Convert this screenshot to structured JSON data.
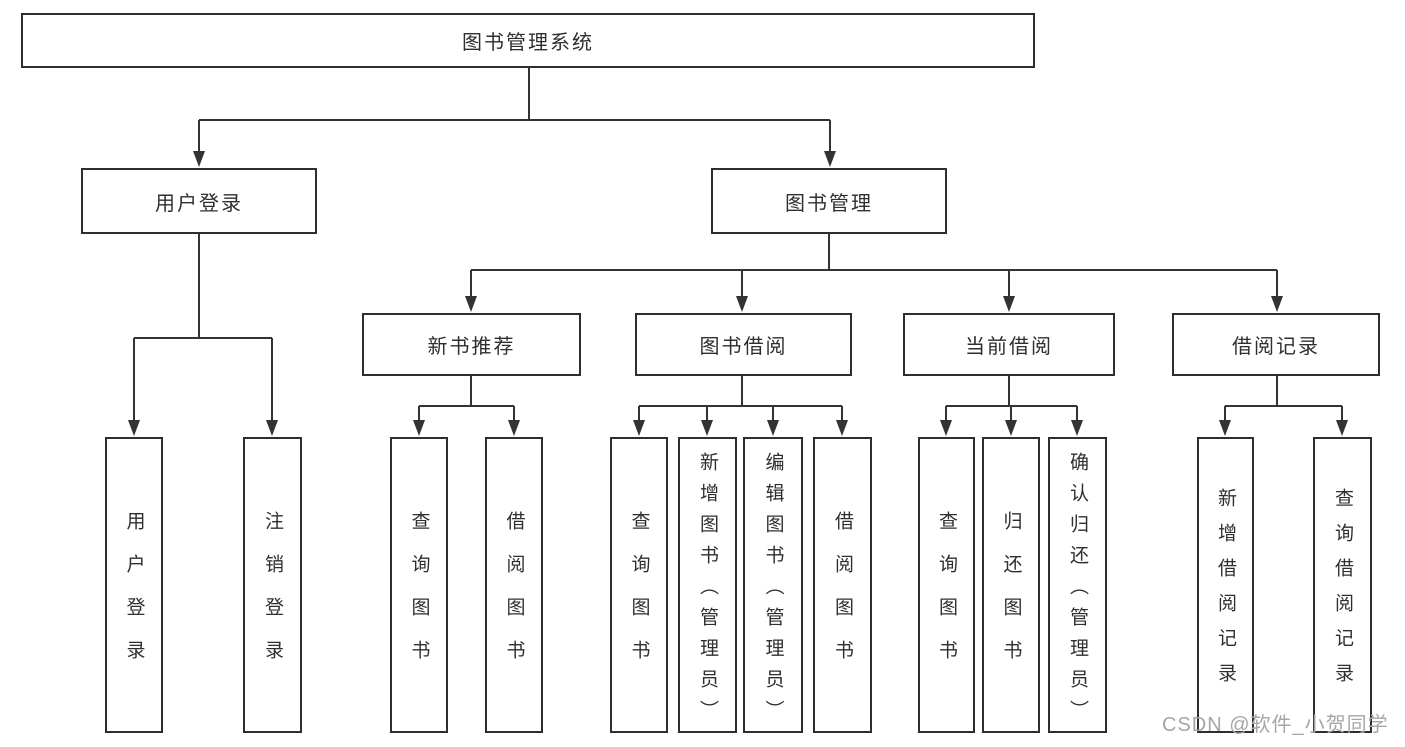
{
  "diagram": {
    "root": "图书管理系统",
    "tree": [
      {
        "label": "用户登录",
        "children": [
          "用户登录",
          "注销登录"
        ]
      },
      {
        "label": "图书管理",
        "children": [
          {
            "label": "新书推荐",
            "children": [
              "查询图书",
              "借阅图书"
            ]
          },
          {
            "label": "图书借阅",
            "children": [
              "查询图书",
              "新增图书（管理员）",
              "编辑图书（管理员）",
              "借阅图书"
            ]
          },
          {
            "label": "当前借阅",
            "children": [
              "查询图书",
              "归还图书",
              "确认归还（管理员）"
            ]
          },
          {
            "label": "借阅记录",
            "children": [
              "新增借阅记录",
              "查询借阅记录"
            ]
          }
        ]
      }
    ],
    "watermark": "CSDN @软件_小贺同学",
    "colors": {
      "line": "#333333",
      "box_border": "#2e2e2e",
      "text": "#2f2f2f",
      "watermark": "#a6a6a6",
      "background": "#ffffff"
    }
  }
}
